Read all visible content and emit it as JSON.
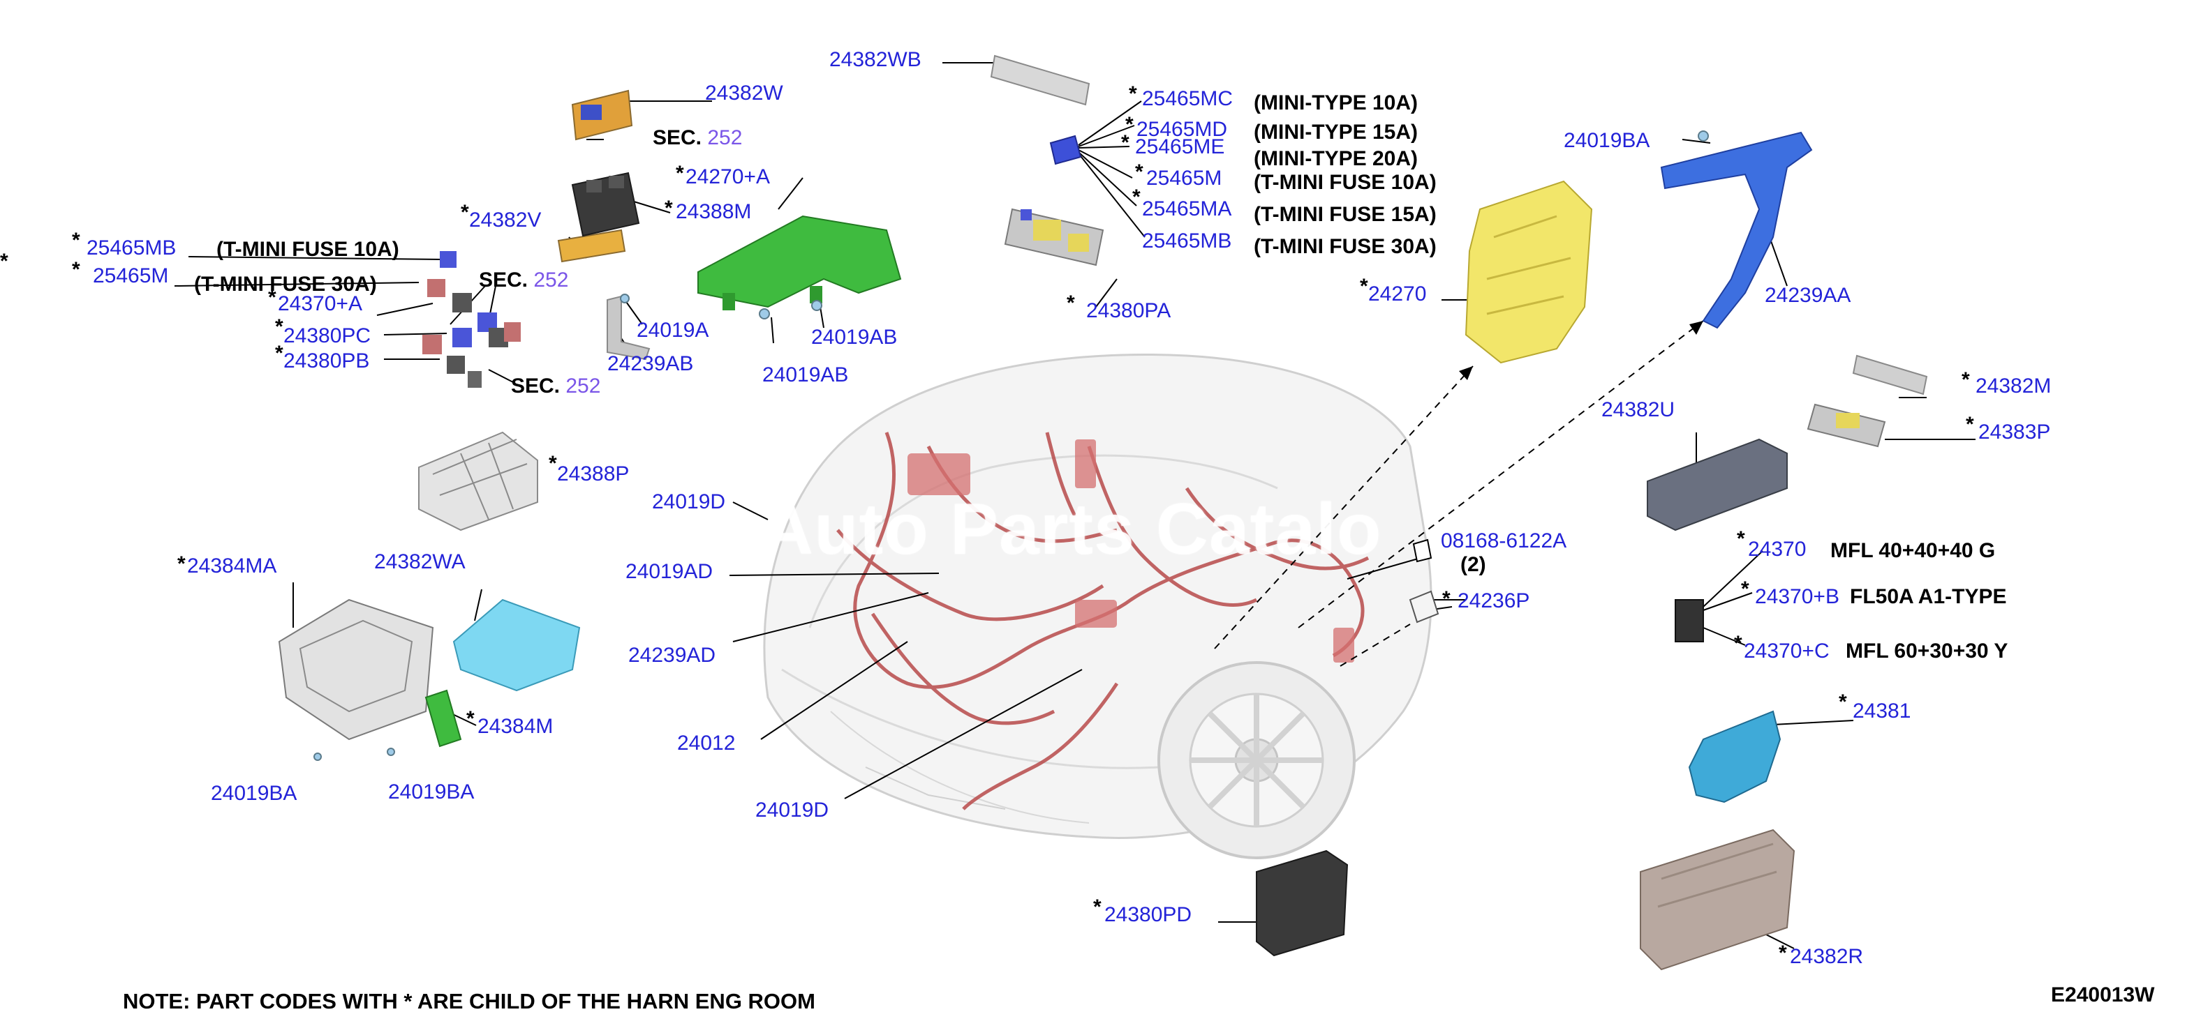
{
  "diagram": {
    "note": "NOTE: PART CODES WITH * ARE CHILD OF THE HARN ENG ROOM",
    "figure_code": "E240013W",
    "watermark": "Auto Parts Catalo",
    "sec_word": "SEC.",
    "sec_number": "252",
    "parts": {
      "p24382WB": "24382WB",
      "p24382W": "24382W",
      "p24270A": "24270+A",
      "p24388M": "24388M",
      "p24382V": "24382V",
      "p25465MB_left": "25465MB",
      "p25465M_left": "25465M",
      "p24370A": "24370+A",
      "p24380PC": "24380PC",
      "p24380PB": "24380PB",
      "p24019A": "24019A",
      "p24239AB": "24239AB",
      "p24019AB_1": "24019AB",
      "p24019AB_2": "24019AB",
      "p25465MC": "25465MC",
      "p25465MD": "25465MD",
      "p25465ME": "25465ME",
      "p25465M_right": "25465M",
      "p25465MA": "25465MA",
      "p25465MB_right": "25465MB",
      "p24380PA": "24380PA",
      "p24019BA_top": "24019BA",
      "p24270": "24270",
      "p24239AA": "24239AA",
      "p24382M": "24382M",
      "p24383P": "24383P",
      "p24382U": "24382U",
      "p24388P": "24388P",
      "p24019D_top": "24019D",
      "p08168": "08168-6122A",
      "qty2": "(2)",
      "p24019AD": "24019AD",
      "p24239AD": "24239AD",
      "p24012": "24012",
      "p24019D_bottom": "24019D",
      "p24236P": "24236P",
      "p24384MA": "24384MA",
      "p24382WA": "24382WA",
      "p24384M": "24384M",
      "p24019BA_1": "24019BA",
      "p24019BA_2": "24019BA",
      "p24370": "24370",
      "p24370B": "24370+B",
      "p24370C": "24370+C",
      "p24381": "24381",
      "p24380PD": "24380PD",
      "p24382R": "24382R"
    },
    "fuse_text": {
      "t_mini_10a_left": "(T-MINI FUSE 10A)",
      "t_mini_30a_left": "(T-MINI FUSE 30A)",
      "mini_10a": "(MINI-TYPE 10A)",
      "mini_15a": "(MINI-TYPE 15A)",
      "mini_20a": "(MINI-TYPE 20A)",
      "t_mini_10a": "(T-MINI FUSE 10A)",
      "t_mini_15a": "(T-MINI FUSE 15A)",
      "t_mini_30a": "(T-MINI FUSE 30A)",
      "mfl_404040": "MFL 40+40+40 G",
      "fl50a": "FL50A A1-TYPE",
      "mfl_603030": "MFL 60+30+30 Y"
    },
    "colors": {
      "part_label": "#2323d8",
      "harness": "#b84a4a",
      "yellow_box": "#f2e66a",
      "blue_bracket": "#3d6fe0",
      "green_bracket": "#3fbb3f",
      "cyan_cover": "#7ed8f2",
      "orange_relay": "#e0a03a"
    }
  }
}
